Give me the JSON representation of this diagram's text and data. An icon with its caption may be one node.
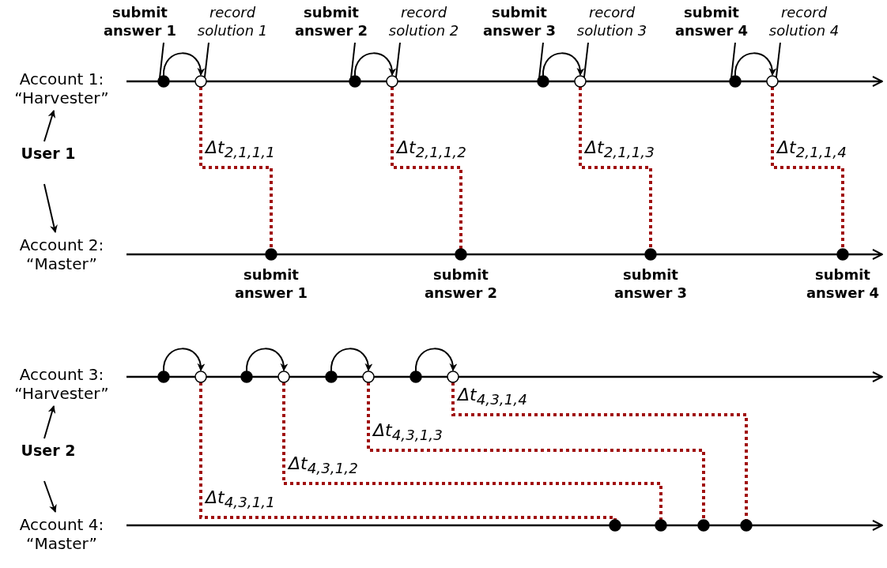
{
  "diagram": {
    "nodes": [
      {
        "text": [
          "Account 1: “Harvester”"
        ]
      },
      {
        "text": [
          "User 1"
        ]
      },
      {
        "text": [
          "Account 2: “Master”"
        ]
      },
      {
        "text": [
          "submit answer 1"
        ]
      },
      {
        "text": [
          "record solution 1"
        ]
      },
      {
        "text": [],
        "shape": "circle"
      },
      {
        "text": [],
        "shape": "circle"
      },
      {
        "text": [],
        "shape": "circle",
        "beside": [
          "submit answer 1"
        ]
      },
      {
        "text": [
          "submit answer 2"
        ]
      },
      {
        "text": [
          "record solution 2"
        ]
      },
      {
        "text": [],
        "shape": "circle"
      },
      {
        "text": [],
        "shape": "circle"
      },
      {
        "text": [],
        "shape": "circle",
        "beside": [
          "submit answer 2"
        ]
      },
      {
        "text": [
          "submit answer 3"
        ]
      },
      {
        "text": [
          "record solution 3"
        ]
      },
      {
        "text": [],
        "shape": "circle"
      },
      {
        "text": [],
        "shape": "circle"
      },
      {
        "text": [],
        "shape": "circle",
        "beside": [
          "submit answer 3"
        ]
      },
      {
        "text": [
          "submit answer 4"
        ]
      },
      {
        "text": [
          "record solution 4"
        ]
      },
      {
        "text": [],
        "shape": "circle"
      },
      {
        "text": [],
        "shape": "circle"
      },
      {
        "text": [],
        "shape": "circle",
        "beside": [
          "submit answer 4"
        ]
      },
      {
        "text": [
          "Account 3: “Harvester”"
        ]
      },
      {
        "text": [
          "User 2"
        ]
      },
      {
        "text": [
          "Account 4: “Master”"
        ]
      },
      {
        "text": [],
        "shape": "circle"
      },
      {
        "text": [],
        "shape": "circle"
      },
      {
        "text": [],
        "shape": "circle"
      },
      {
        "text": [],
        "shape": "circle"
      },
      {
        "text": [],
        "shape": "circle"
      },
      {
        "text": [],
        "shape": "circle"
      },
      {
        "text": [],
        "shape": "circle"
      },
      {
        "text": [],
        "shape": "circle"
      },
      {
        "text": [],
        "shape": "circle"
      },
      {
        "text": [],
        "shape": "circle"
      },
      {
        "text": [],
        "shape": "circle"
      },
      {
        "text": [],
        "shape": "circle"
      }
    ],
    "edges": [
      {
        "from": 1,
        "to": 0,
        "arrow": "to"
      },
      {
        "from": 1,
        "to": 2,
        "arrow": "to"
      },
      {
        "from": 3,
        "to": 5,
        "arrow": "none"
      },
      {
        "from": 4,
        "to": 6,
        "arrow": "none"
      },
      {
        "from": 5,
        "to": 6,
        "arrow": "to"
      },
      {
        "from": 6,
        "to": 7,
        "arrow": "none",
        "style": "dashed",
        "color": "#a01010",
        "label": "Δt$_{2,1,1,1}$"
      },
      {
        "from": 8,
        "to": 10,
        "arrow": "none"
      },
      {
        "from": 9,
        "to": 11,
        "arrow": "none"
      },
      {
        "from": 10,
        "to": 11,
        "arrow": "to"
      },
      {
        "from": 11,
        "to": 12,
        "arrow": "none",
        "style": "dashed",
        "color": "#a01010",
        "label": "Δt$_{2,1,1,2}$"
      },
      {
        "from": 13,
        "to": 15,
        "arrow": "none"
      },
      {
        "from": 14,
        "to": 16,
        "arrow": "none"
      },
      {
        "from": 15,
        "to": 16,
        "arrow": "to"
      },
      {
        "from": 16,
        "to": 17,
        "arrow": "none",
        "style": "dashed",
        "color": "#a01010",
        "label": "Δt$_{2,1,1,3}$"
      },
      {
        "from": 18,
        "to": 20,
        "arrow": "none"
      },
      {
        "from": 19,
        "to": 21,
        "arrow": "none"
      },
      {
        "from": 20,
        "to": 21,
        "arrow": "to"
      },
      {
        "from": 21,
        "to": 22,
        "arrow": "none",
        "style": "dashed",
        "color": "#a01010",
        "label": "Δt$_{2,1,1,4}$"
      },
      {
        "from": 24,
        "to": 23,
        "arrow": "to"
      },
      {
        "from": 24,
        "to": 25,
        "arrow": "to"
      },
      {
        "from": 26,
        "to": 27,
        "arrow": "to"
      },
      {
        "from": 27,
        "to": 28,
        "arrow": "none",
        "style": "dashed",
        "color": "#a01010",
        "label": "Δt$_{4,3,1,1}$"
      },
      {
        "from": 29,
        "to": 30,
        "arrow": "to"
      },
      {
        "from": 30,
        "to": 31,
        "arrow": "none",
        "style": "dashed",
        "color": "#a01010",
        "label": "Δt$_{4,3,1,2}$"
      },
      {
        "from": 32,
        "to": 33,
        "arrow": "to"
      },
      {
        "from": 33,
        "to": 34,
        "arrow": "none",
        "style": "dashed",
        "color": "#a01010",
        "label": "Δt$_{4,3,1,3}$"
      },
      {
        "from": 35,
        "to": 36,
        "arrow": "to"
      },
      {
        "from": 36,
        "to": 37,
        "arrow": "none",
        "style": "dashed",
        "color": "#a01010",
        "label": "Δt$_{4,3,1,4}$"
      }
    ]
  }
}
